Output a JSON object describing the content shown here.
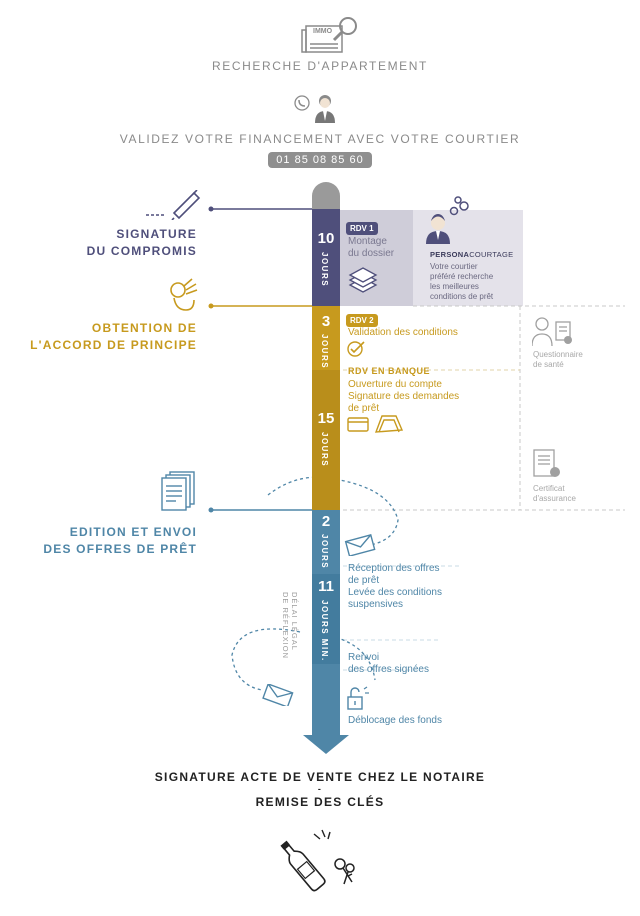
{
  "header": {
    "newspaper_tag": "IMMO",
    "search_title": "RECHERCHE D'APPARTEMENT",
    "financing_title": "VALIDEZ VOTRE FINANCEMENT AVEC VOTRE COURTIER",
    "phone": "01 85 08 85 60"
  },
  "steps": {
    "compromis": [
      "SIGNATURE",
      "DU COMPROMIS"
    ],
    "accord": [
      "OBTENTION DE",
      "L'ACCORD DE PRINCIPE"
    ],
    "offres": [
      "EDITION ET ENVOI",
      "DES OFFRES DE PRÊT"
    ]
  },
  "timeline": {
    "seg1": {
      "num": "10",
      "unit": "JOURS"
    },
    "seg2": {
      "num": "3",
      "unit": "JOURS"
    },
    "seg3": {
      "num": "15",
      "unit": "JOURS"
    },
    "seg4": {
      "num": "2",
      "unit": "JOURS"
    },
    "seg5": {
      "num": "11",
      "unit": "JOURS MIN."
    },
    "delai": [
      "DÉLAI LÉGAL",
      "DE RÉFLEXION"
    ]
  },
  "rdv1": {
    "badge": "RDV 1",
    "text": [
      "Montage",
      "du dossier"
    ],
    "brand_bold": "PERSONA",
    "brand_light": "COURTAGE",
    "courtier": [
      "Votre courtier",
      "préféré recherche",
      "les meilleures",
      "conditions de prêt"
    ]
  },
  "rdv2": {
    "badge": "RDV 2",
    "text": "Validation des conditions",
    "bank_title": "RDV EN BANQUE",
    "bank_lines": [
      "Ouverture du compte",
      "Signature des demandes",
      "de prêt"
    ]
  },
  "side": {
    "questionnaire": [
      "Questionnaire",
      "de santé"
    ],
    "certificat": [
      "Certificat",
      "d'assurance"
    ]
  },
  "blue_notes": {
    "reception": [
      "Réception des offres",
      "de prêt",
      "Levée des conditions",
      "suspensives"
    ],
    "renvoi": [
      "Renvoi",
      "des offres signées"
    ],
    "deblocage": "Déblocage des fonds"
  },
  "final": {
    "line1": "SIGNATURE ACTE DE VENTE CHEZ LE NOTAIRE",
    "dash": "-",
    "line2": "REMISE DES CLÉS"
  },
  "colors": {
    "purple": "#4f4f7b",
    "gold": "#c79a1e",
    "blue": "#4f86a7",
    "grey": "#9a9a9a",
    "lightpurple": "#dcdae3"
  }
}
